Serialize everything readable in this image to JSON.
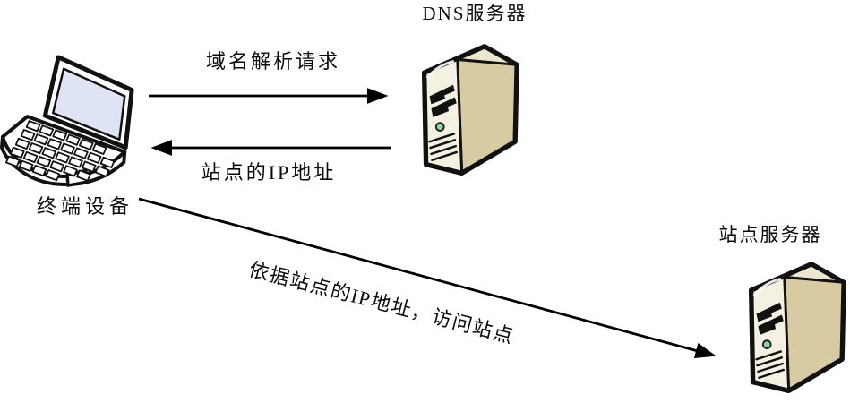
{
  "diagram": {
    "description": "DNS resolution flow diagram",
    "nodes": {
      "terminal": {
        "label": "终端设备",
        "icon": "laptop"
      },
      "dns_server": {
        "label": "DNS服务器",
        "icon": "server-tower"
      },
      "site_server": {
        "label": "站点服务器",
        "icon": "server-tower"
      }
    },
    "edges": {
      "request": {
        "from": "terminal",
        "to": "dns_server",
        "label": "域名解析请求",
        "direction": "right"
      },
      "response": {
        "from": "dns_server",
        "to": "terminal",
        "label": "站点的IP地址",
        "direction": "left"
      },
      "access": {
        "from": "terminal",
        "to": "site_server",
        "label": "依据站点的IP地址，访问站点",
        "direction": "down-right"
      }
    },
    "colors": {
      "background": "#ffffff",
      "line": "#000000",
      "server_front": "#f5f1e2",
      "server_side": "#d8cba3",
      "server_top": "#ece6d0",
      "led_green": "#8fd3ae",
      "laptop_screen": "#dee4f4",
      "laptop_body": "#ffffff"
    }
  }
}
